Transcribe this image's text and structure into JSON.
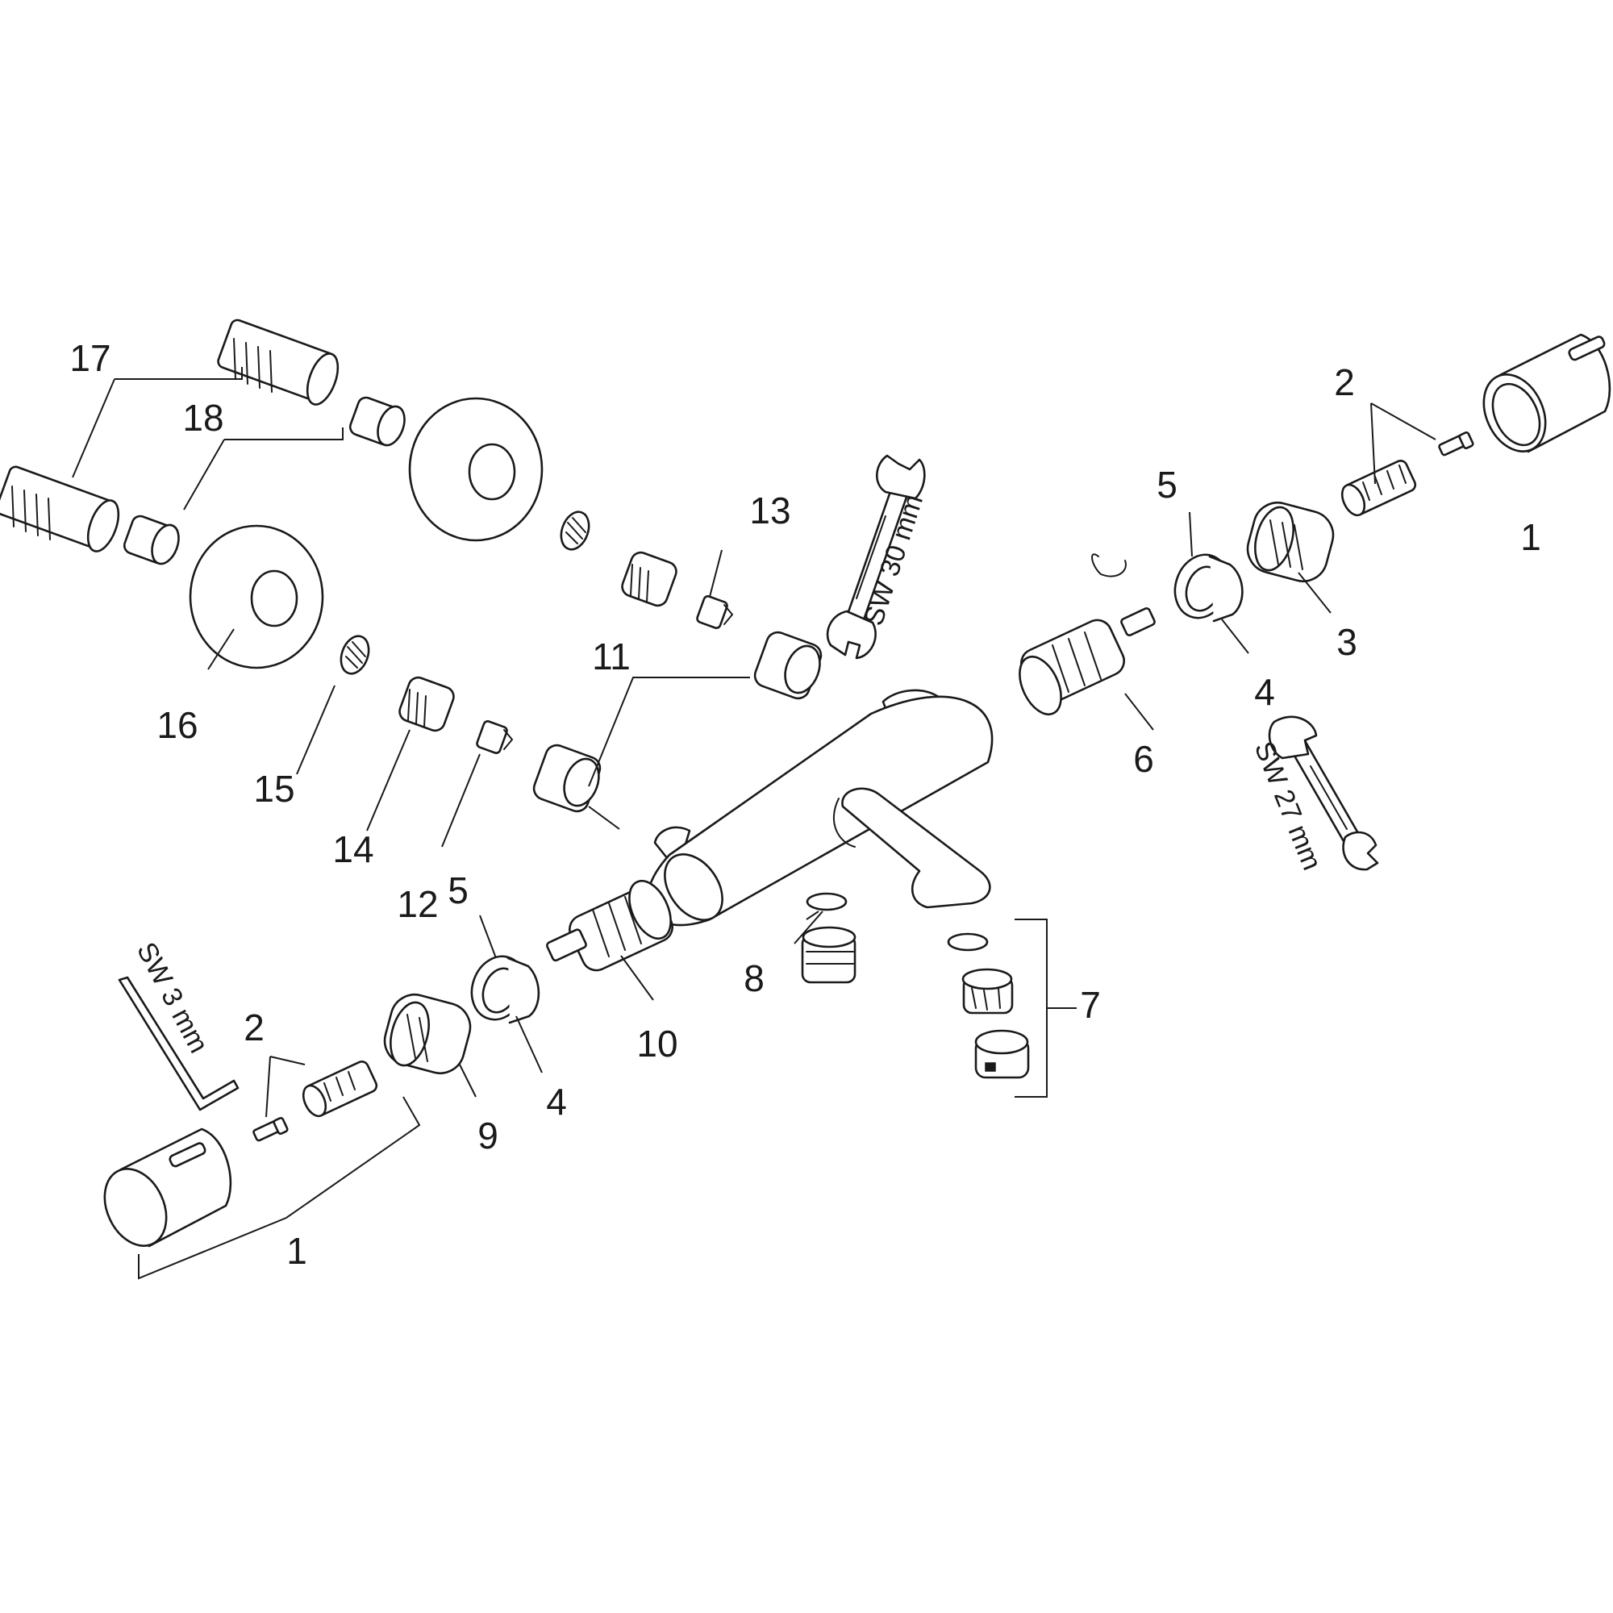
{
  "labels": {
    "l1_top_right": "1",
    "l2_top_right": "2",
    "l3": "3",
    "l4_right": "4",
    "l5_right": "5",
    "l6": "6",
    "l7": "7",
    "l8": "8",
    "l9": "9",
    "l10": "10",
    "l11": "11",
    "l12": "12",
    "l13": "13",
    "l14": "14",
    "l15": "15",
    "l16": "16",
    "l17": "17",
    "l18": "18",
    "l1_bottom_left": "1",
    "l2_bottom_left": "2",
    "l4_left": "4",
    "l5_left": "5"
  },
  "tools": {
    "wrench_30": "SW 30 mm",
    "wrench_27": "SW 27 mm",
    "allen_key": "SW 3 mm"
  }
}
